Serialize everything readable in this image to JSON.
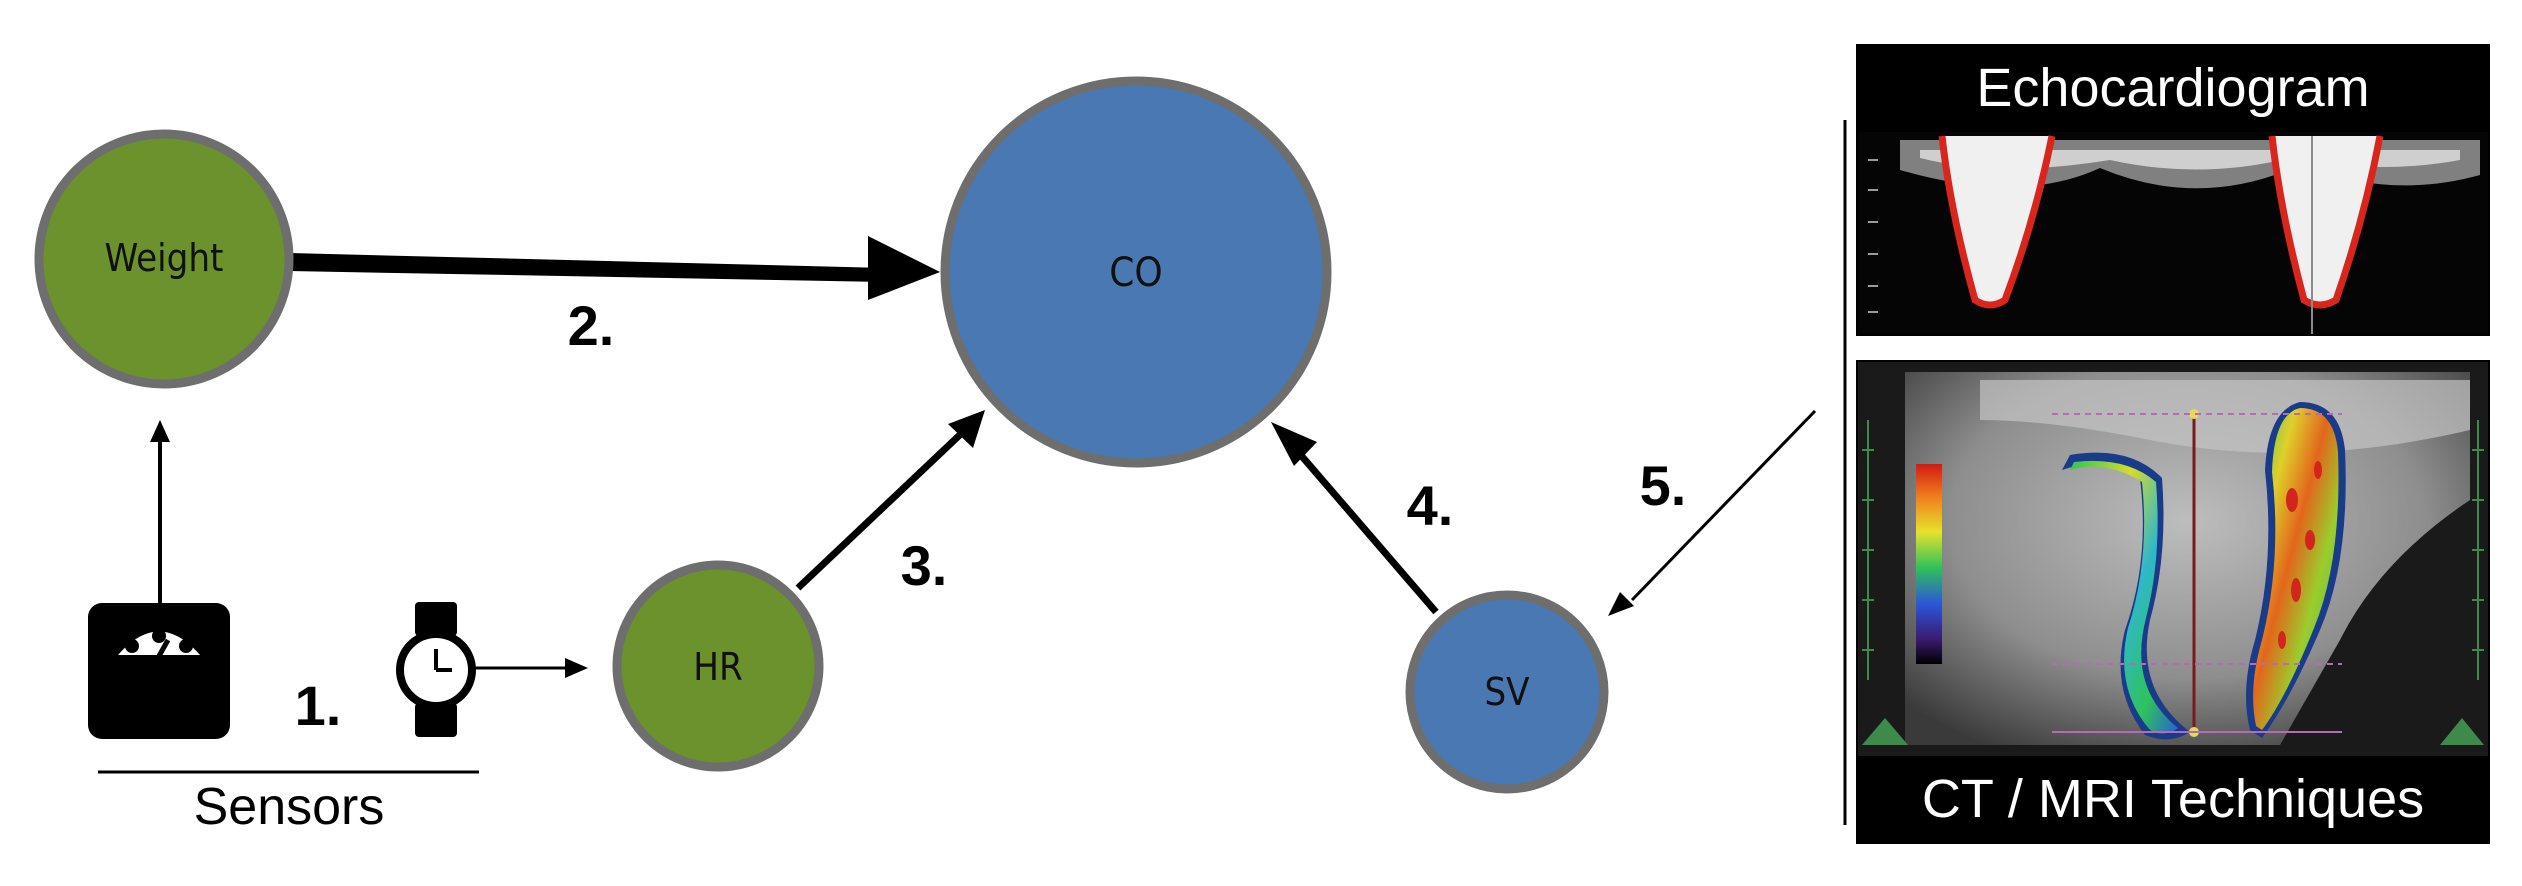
{
  "nodes": {
    "weight": {
      "label": "Weight"
    },
    "co": {
      "label": "CO"
    },
    "hr": {
      "label": "HR"
    },
    "sv": {
      "label": "SV"
    }
  },
  "steps": {
    "one": "1.",
    "two": "2.",
    "three": "3.",
    "four": "4.",
    "five": "5."
  },
  "sensors": {
    "label": "Sensors",
    "scale_icon": "weighing-scale-icon",
    "watch_icon": "wristwatch-icon"
  },
  "panels": {
    "echo": {
      "title": "Echocardiogram"
    },
    "ct": {
      "title": "CT / MRI Techniques"
    }
  },
  "colors": {
    "green_node": "#6b922d",
    "blue_node": "#4a78b3",
    "node_border": "#6e6e6e",
    "arrow": "#000000",
    "panel_bg": "#000000",
    "panel_text": "#ffffff",
    "echo_trace": "#d8261c"
  }
}
